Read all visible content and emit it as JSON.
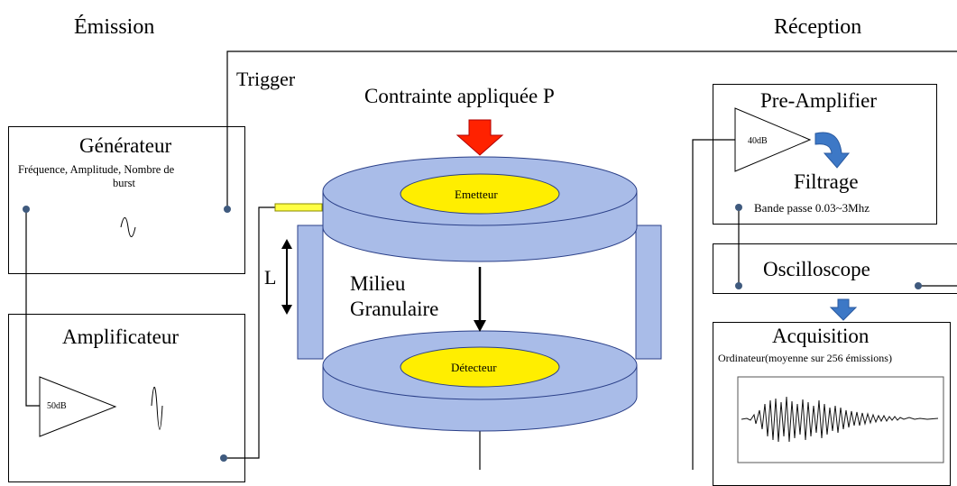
{
  "headings": {
    "emission": "Émission",
    "reception": "Réception"
  },
  "trigger": "Trigger",
  "stress": "Contrainte appliquée P",
  "generator": {
    "title": "Générateur",
    "params": "Fréquence, Amplitude, Nombre de",
    "params2": "burst"
  },
  "amplifier": {
    "title": "Amplificateur",
    "gain": "50dB"
  },
  "cell": {
    "emitter": "Emetteur",
    "detector": "Détecteur",
    "medium1": "Milieu",
    "medium2": "Granulaire",
    "length": "L"
  },
  "preamp": {
    "title": "Pre-Amplifier",
    "gain": "40dB"
  },
  "filter": {
    "title": "Filtrage",
    "band": "Bande passe 0.03~3Mhz"
  },
  "oscilloscope": "Oscilloscope",
  "acquisition": {
    "title": "Acquisition",
    "detail": "Ordinateur(moyenne sur 256 émissions)"
  },
  "colors": {
    "disk": "#a9bce8",
    "disk_stroke": "#2a3f88",
    "transducer": "#ffee00",
    "arrow_red": "#ff2200",
    "arrow_blue": "#3d78c6",
    "port": "#3f5a7e",
    "rod": "#ffff44"
  },
  "icons": [
    "sine-burst-icon",
    "down-arrow-icon",
    "curved-arrow-icon",
    "amplifier-triangle-icon"
  ]
}
